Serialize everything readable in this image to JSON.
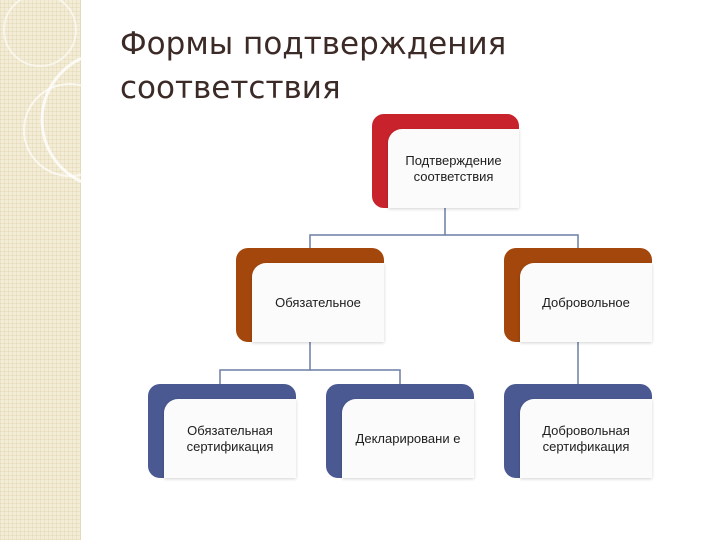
{
  "slide": {
    "title": "Формы подтверждения соответствия"
  },
  "colors": {
    "root": "#c8232c",
    "level1": "#a4470c",
    "level2": "#4a5991",
    "connector": "#6b7fa6"
  },
  "diagram": {
    "root": "Подтверждение соответствия",
    "mandatory": "Обязательное",
    "voluntary": "Добровольное",
    "mandatory_certification": "Обязательная сертификация",
    "declaration": "Декларировани е",
    "voluntary_certification": "Добровольная сертификация"
  }
}
